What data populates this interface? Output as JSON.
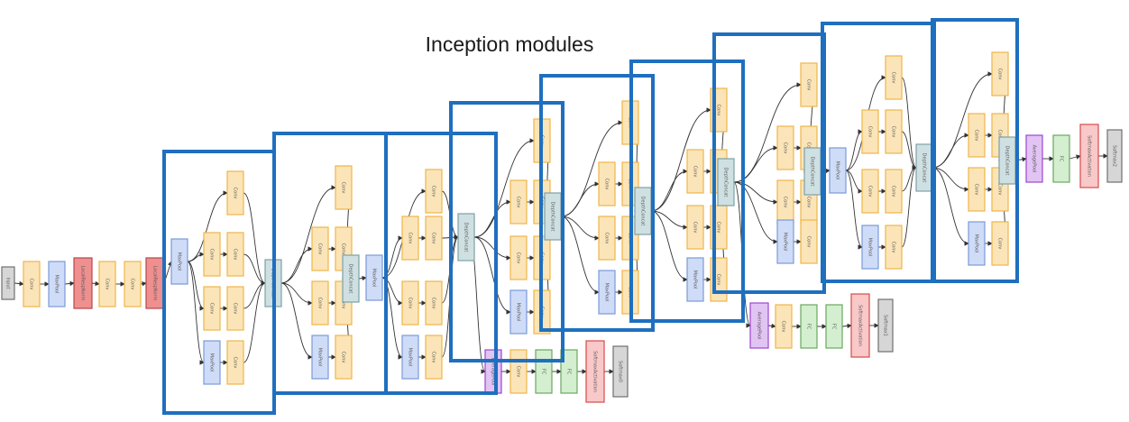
{
  "title": "Inception modules",
  "module_outline_color": "#1f6fbf",
  "colors": {
    "conv": "#fbe5b8",
    "conv_border": "#f0b44a",
    "pool": "#cfdcf7",
    "pool_border": "#7b9ad8",
    "lrn": "#ef8f8f",
    "lrn_border": "#b84646",
    "concat": "#cfe0e2",
    "concat_border": "#7da0a6",
    "avgpool": "#e2c4f4",
    "avgpool_border": "#9b46cf",
    "fc": "#d4eed0",
    "fc_border": "#6aa85f",
    "softmax": "#f9c8c8",
    "softmax_border": "#d84a4a",
    "gray": "#d6d6d6",
    "gray_border": "#707070",
    "text": "#5a5a5a"
  },
  "blocks": {
    "input": "Input",
    "conv": "Conv",
    "maxpool": "MaxPool",
    "lrn": "LocalRespNorm",
    "concat": "DepthConcat",
    "avgpool": "AveragePool",
    "fc": "FC",
    "softmax_act": "SoftmaxActivation",
    "softmax0": "Softmax0",
    "softmax1": "Softmax1",
    "softmax2": "Softmax2"
  }
}
